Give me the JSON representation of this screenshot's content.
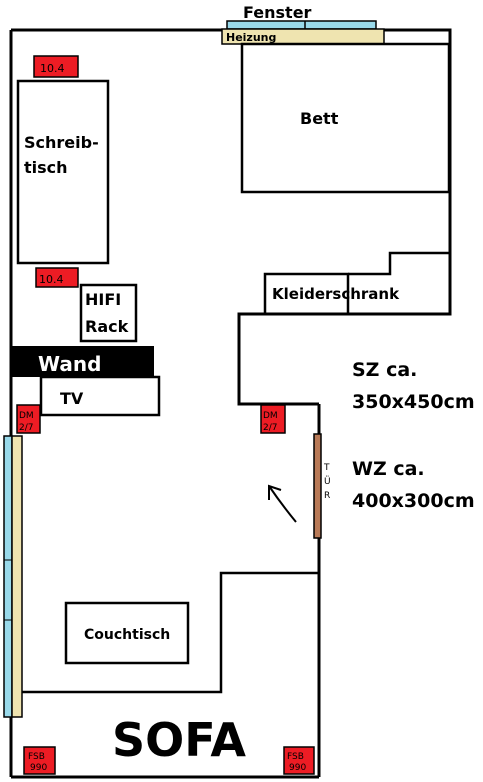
{
  "rooms": {
    "bedroom_size_line1": "SZ ca.",
    "bedroom_size_line2": "350x450cm",
    "living_size_line1": "WZ ca.",
    "living_size_line2": "400x300cm"
  },
  "labels": {
    "window": "Fenster",
    "heater": "Heizung",
    "bed": "Bett",
    "desk_line1": "Schreib-",
    "desk_line2": "tisch",
    "wardrobe": "Kleiderschrank",
    "hifi_line1": "HIFI",
    "hifi_line2": "Rack",
    "wall": "Wand",
    "tv": "TV",
    "door_t": "T",
    "door_u": "Ü",
    "door_r": "R",
    "coffee_table": "Couchtisch",
    "sofa": "SOFA"
  },
  "speakers": {
    "desk_top": "10.4",
    "desk_bottom": "10.4",
    "dm_left_1": "DM",
    "dm_left_2": "2/7",
    "dm_right_1": "DM",
    "dm_right_2": "2/7",
    "fsb_left_1": "FSB",
    "fsb_left_2": "990",
    "fsb_right_1": "FSB",
    "fsb_right_2": "990"
  },
  "colors": {
    "speaker_fill": "#ed1c24",
    "window_fill": "#99d9ea",
    "heater_fill": "#efe4b0",
    "door_fill": "#b97a57",
    "wall_fill": "#000000"
  }
}
